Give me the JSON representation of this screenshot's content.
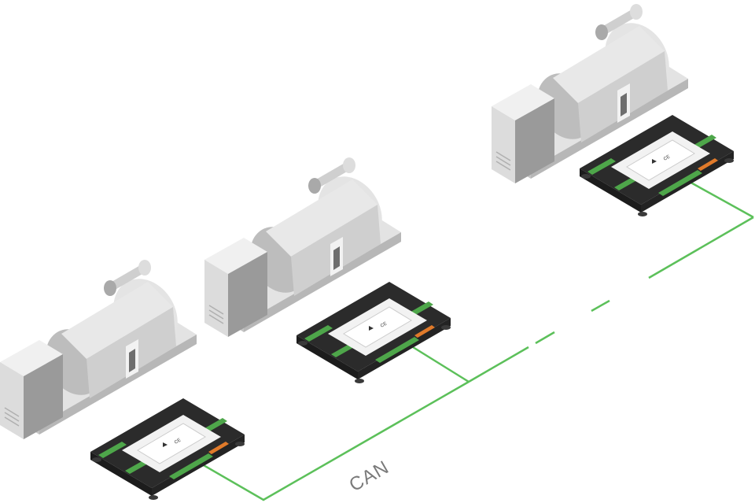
{
  "bus": {
    "label": "CAN",
    "line_color": "#5cc05a"
  },
  "units": [
    {
      "name": "generator-set-1",
      "controller": "controller-1"
    },
    {
      "name": "generator-set-2",
      "controller": "controller-2"
    },
    {
      "name": "generator-set-3",
      "controller": "controller-3"
    }
  ],
  "controller_panel": {
    "ce_mark": "CE"
  },
  "colors": {
    "generator_light": "#e6e6e6",
    "generator_mid": "#c9c9c9",
    "generator_dark": "#8d8d8d",
    "base_plate": "#d9d9d9",
    "controller_body": "#2b2b2b",
    "terminal_green": "#4ea64a",
    "terminal_blue": "#2f6fb0",
    "terminal_orange": "#e07a2a",
    "screen": "#f2f2f2"
  }
}
